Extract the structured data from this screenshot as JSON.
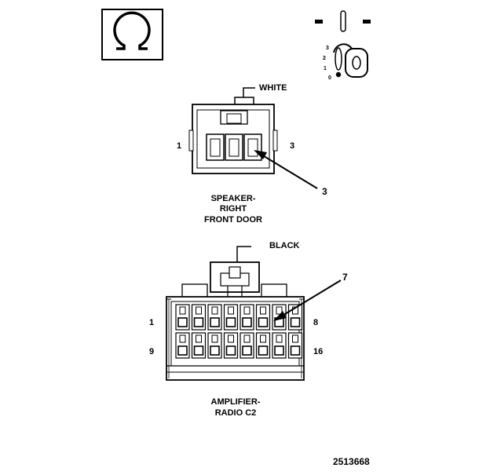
{
  "icons": {
    "ohm": "ohm-meter-icon",
    "ignition": "ignition-key-switch-icon"
  },
  "ignition_positions": [
    "3",
    "2",
    "1",
    "0"
  ],
  "connector1": {
    "color_label": "WHITE",
    "pin_left": "1",
    "pin_right": "3",
    "callout": "3",
    "name_lines": [
      "SPEAKER-",
      "RIGHT",
      "FRONT DOOR"
    ]
  },
  "connector2": {
    "color_label": "BLACK",
    "pin_top_left": "1",
    "pin_top_right": "8",
    "pin_bottom_left": "9",
    "pin_bottom_right": "16",
    "callout": "7",
    "name_lines": [
      "AMPLIFIER-",
      "RADIO C2"
    ]
  },
  "figure_number": "2513668"
}
